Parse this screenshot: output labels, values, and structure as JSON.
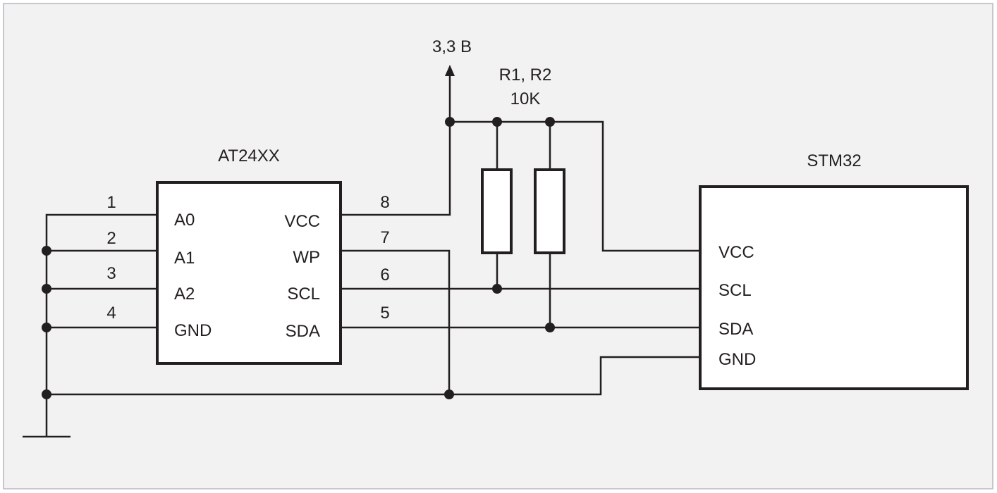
{
  "supply_label": "3,3 В",
  "resistors": {
    "name": "R1, R2",
    "value": "10K"
  },
  "eeprom": {
    "title": "AT24XX",
    "left_pins": [
      {
        "number": "1",
        "name": "A0"
      },
      {
        "number": "2",
        "name": "A1"
      },
      {
        "number": "3",
        "name": "A2"
      },
      {
        "number": "4",
        "name": "GND"
      }
    ],
    "right_pins": [
      {
        "number": "8",
        "name": "VCC"
      },
      {
        "number": "7",
        "name": "WP"
      },
      {
        "number": "6",
        "name": "SCL"
      },
      {
        "number": "5",
        "name": "SDA"
      }
    ]
  },
  "mcu": {
    "title": "STM32",
    "pins": [
      "VCC",
      "SCL",
      "SDA",
      "GND"
    ]
  },
  "colors": {
    "line": "#231f20",
    "background": "#f2f2f3",
    "border": "#c8c8cc"
  }
}
